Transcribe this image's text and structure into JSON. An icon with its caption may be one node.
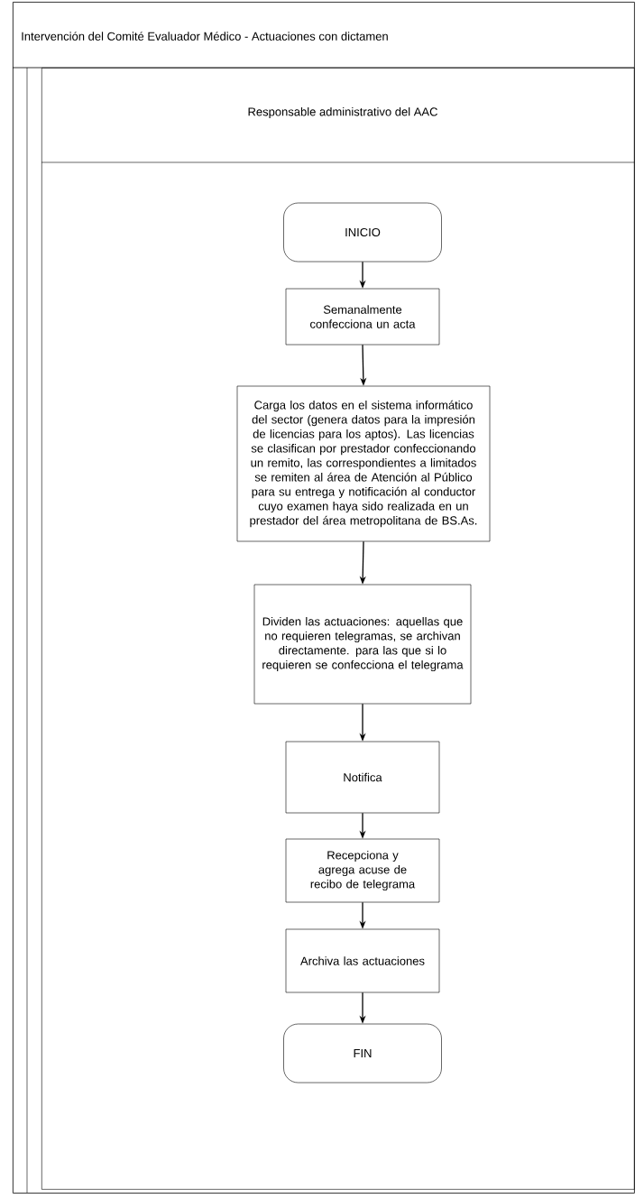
{
  "diagram": {
    "nodes": [
      {
        "text": [
          "Intervención del Comité Evaluador Médico - Actuaciones con dictamen"
        ]
      },
      {
        "text": [
          "Responsable administrativo del AAC"
        ],
        "in": 0
      },
      {
        "text": [
          "INICIO"
        ],
        "in": 1
      },
      {
        "text": [
          "Semanalmente confecciona un acta"
        ],
        "in": 1
      },
      {
        "text": [
          "Carga los datos en el sistema informático del sector (genera datos para la impresión de licencias para los aptos). Las licencias se clasifican por prestador confeccionando un remito, las correspondientes a limitados se remiten al área de Atención al Público para su entrega y notificación al conductor cuyo examen haya sido realizada en un prestador del área metropolitana de BS.As."
        ],
        "in": 1
      },
      {
        "text": [
          "Dividen las actuaciones: aquellas que no requieren telegramas, se archivan directamente. para las que si lo requieren se confecciona el telegrama"
        ],
        "in": 1
      },
      {
        "text": [
          "Notifica"
        ],
        "in": 1
      },
      {
        "text": [
          "Recepciona y agrega acuse de recibo de telegrama"
        ],
        "in": 1
      },
      {
        "text": [
          "Archiva las actuaciones"
        ],
        "in": 1
      },
      {
        "text": [
          "FIN"
        ],
        "in": 1
      }
    ],
    "edges": [
      {
        "from": 2,
        "to": 3,
        "arrow": "to"
      },
      {
        "from": 3,
        "to": 4,
        "arrow": "to"
      },
      {
        "from": 4,
        "to": 5,
        "arrow": "to"
      },
      {
        "from": 5,
        "to": 6,
        "arrow": "to"
      },
      {
        "from": 6,
        "to": 7,
        "arrow": "to"
      },
      {
        "from": 7,
        "to": 8,
        "arrow": "to"
      },
      {
        "from": 8,
        "to": 9,
        "arrow": "to"
      }
    ]
  }
}
